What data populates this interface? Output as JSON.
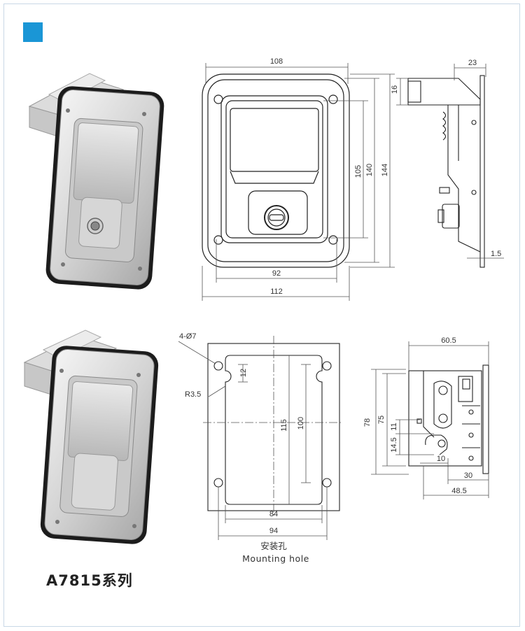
{
  "brand": {
    "accent_color": "#1a96d6"
  },
  "series_title": "A7815系列",
  "top_view": {
    "dims": {
      "width_outer": "108",
      "width_overall": "112",
      "handle_width": "92",
      "height_inner": "105",
      "height_mid": "140",
      "height_overall": "144"
    }
  },
  "side_view_top": {
    "dims": {
      "depth": "23",
      "top_offset": "16",
      "plate_thickness": "1.5"
    }
  },
  "mounting_hole": {
    "dims": {
      "holes": "4-Ø7",
      "radius": "R3.5",
      "notch": "12",
      "height_outer": "115",
      "height_inner": "100",
      "width_inner": "84",
      "width_outer": "94"
    },
    "caption_cn": "安装孔",
    "caption_en": "Mounting hole"
  },
  "side_view_bottom": {
    "dims": {
      "width_top": "60.5",
      "height_overall": "78",
      "height_mid": "75",
      "offset_11": "11",
      "offset_14_5": "14.5",
      "offset_10": "10",
      "offset_30": "30",
      "width_bottom": "48.5"
    }
  }
}
